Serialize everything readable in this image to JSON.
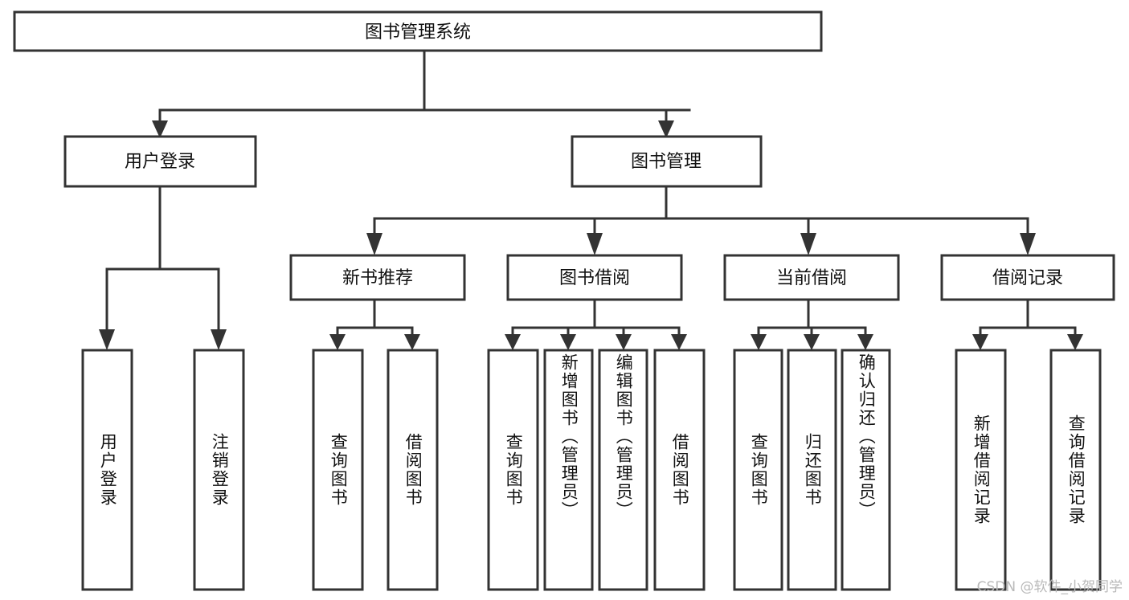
{
  "diagram": {
    "type": "tree-hierarchy-diagram",
    "title": "图书管理系统",
    "root": {
      "label": "图书管理系统",
      "id": "root"
    },
    "level2": [
      {
        "id": "user-login",
        "label": "用户登录"
      },
      {
        "id": "book-management",
        "label": "图书管理"
      }
    ],
    "level3": [
      {
        "id": "new-book-recommend",
        "label": "新书推荐",
        "parent": "book-management"
      },
      {
        "id": "book-borrow",
        "label": "图书借阅",
        "parent": "book-management"
      },
      {
        "id": "current-borrow",
        "label": "当前借阅",
        "parent": "book-management"
      },
      {
        "id": "borrow-record",
        "label": "借阅记录",
        "parent": "book-management"
      }
    ],
    "leaves": [
      {
        "id": "leaf-user-login",
        "label": "用户登录",
        "parent": "user-login"
      },
      {
        "id": "leaf-logout-login",
        "label": "注销登录",
        "parent": "user-login"
      },
      {
        "id": "leaf-query-book-1",
        "label": "查询图书",
        "parent": "new-book-recommend"
      },
      {
        "id": "leaf-borrow-book-1",
        "label": "借阅图书",
        "parent": "new-book-recommend"
      },
      {
        "id": "leaf-query-book-2",
        "label": "查询图书",
        "parent": "book-borrow"
      },
      {
        "id": "leaf-add-book",
        "label": "新增图书（管理员）",
        "parent": "book-borrow"
      },
      {
        "id": "leaf-edit-book",
        "label": "编辑图书（管理员）",
        "parent": "book-borrow"
      },
      {
        "id": "leaf-borrow-book-2",
        "label": "借阅图书",
        "parent": "book-borrow"
      },
      {
        "id": "leaf-query-book-3",
        "label": "查询图书",
        "parent": "current-borrow"
      },
      {
        "id": "leaf-return-book",
        "label": "归还图书",
        "parent": "current-borrow"
      },
      {
        "id": "leaf-confirm-return",
        "label": "确认归还（管理员）",
        "parent": "current-borrow"
      },
      {
        "id": "leaf-add-record",
        "label": "新增借阅记录",
        "parent": "borrow-record"
      },
      {
        "id": "leaf-query-record",
        "label": "查询借阅记录",
        "parent": "borrow-record"
      }
    ]
  },
  "watermark": {
    "text": "CSDN @软件_小贺同学"
  },
  "colors": {
    "stroke": "#333333",
    "fill": "#ffffff",
    "text": "#111111",
    "watermark": "#b9b9b9"
  }
}
